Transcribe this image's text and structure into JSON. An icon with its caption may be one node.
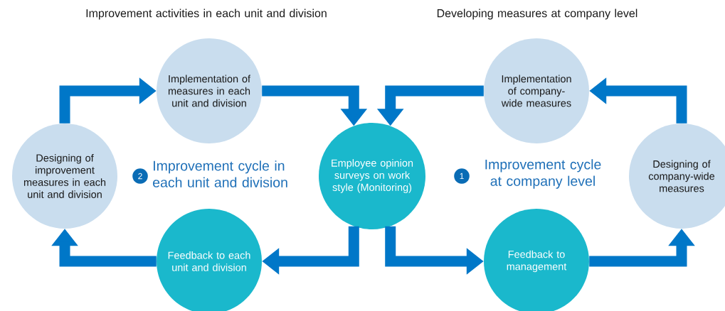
{
  "diagram": {
    "nodes": [
      {
        "text": [
          "Designing of improvement measures in each unit and division"
        ]
      },
      {
        "text": [
          "Implementation of measures in each unit and division"
        ]
      },
      {
        "text": [
          "Employee opinion surveys on work style (Monitoring)"
        ]
      },
      {
        "text": [
          "Feedback to each unit and division"
        ]
      },
      {
        "text": [
          "Implementation of company-wide measures"
        ]
      },
      {
        "text": [
          "Designing of company-wide measures"
        ]
      },
      {
        "text": [
          "Feedback to management"
        ]
      },
      {
        "text": [
          "2"
        ]
      },
      {
        "text": [
          "1"
        ]
      }
    ],
    "edges": [
      {
        "from": 0,
        "to": 1,
        "arrow": "to"
      },
      {
        "from": 1,
        "to": 2,
        "arrow": "to"
      },
      {
        "from": 2,
        "to": 3,
        "arrow": "to"
      },
      {
        "from": 3,
        "to": 0,
        "arrow": "to"
      },
      {
        "from": 2,
        "to": 6,
        "arrow": "to"
      },
      {
        "from": 6,
        "to": 5,
        "arrow": "to"
      },
      {
        "from": 5,
        "to": 4,
        "arrow": "to"
      },
      {
        "from": 4,
        "to": 2,
        "arrow": "to"
      }
    ],
    "labels": [
      "Improvement activities in each unit and division",
      "Developing measures at company level",
      "Improvement cycle in each unit and division",
      "Improvement cycle at company level"
    ]
  }
}
